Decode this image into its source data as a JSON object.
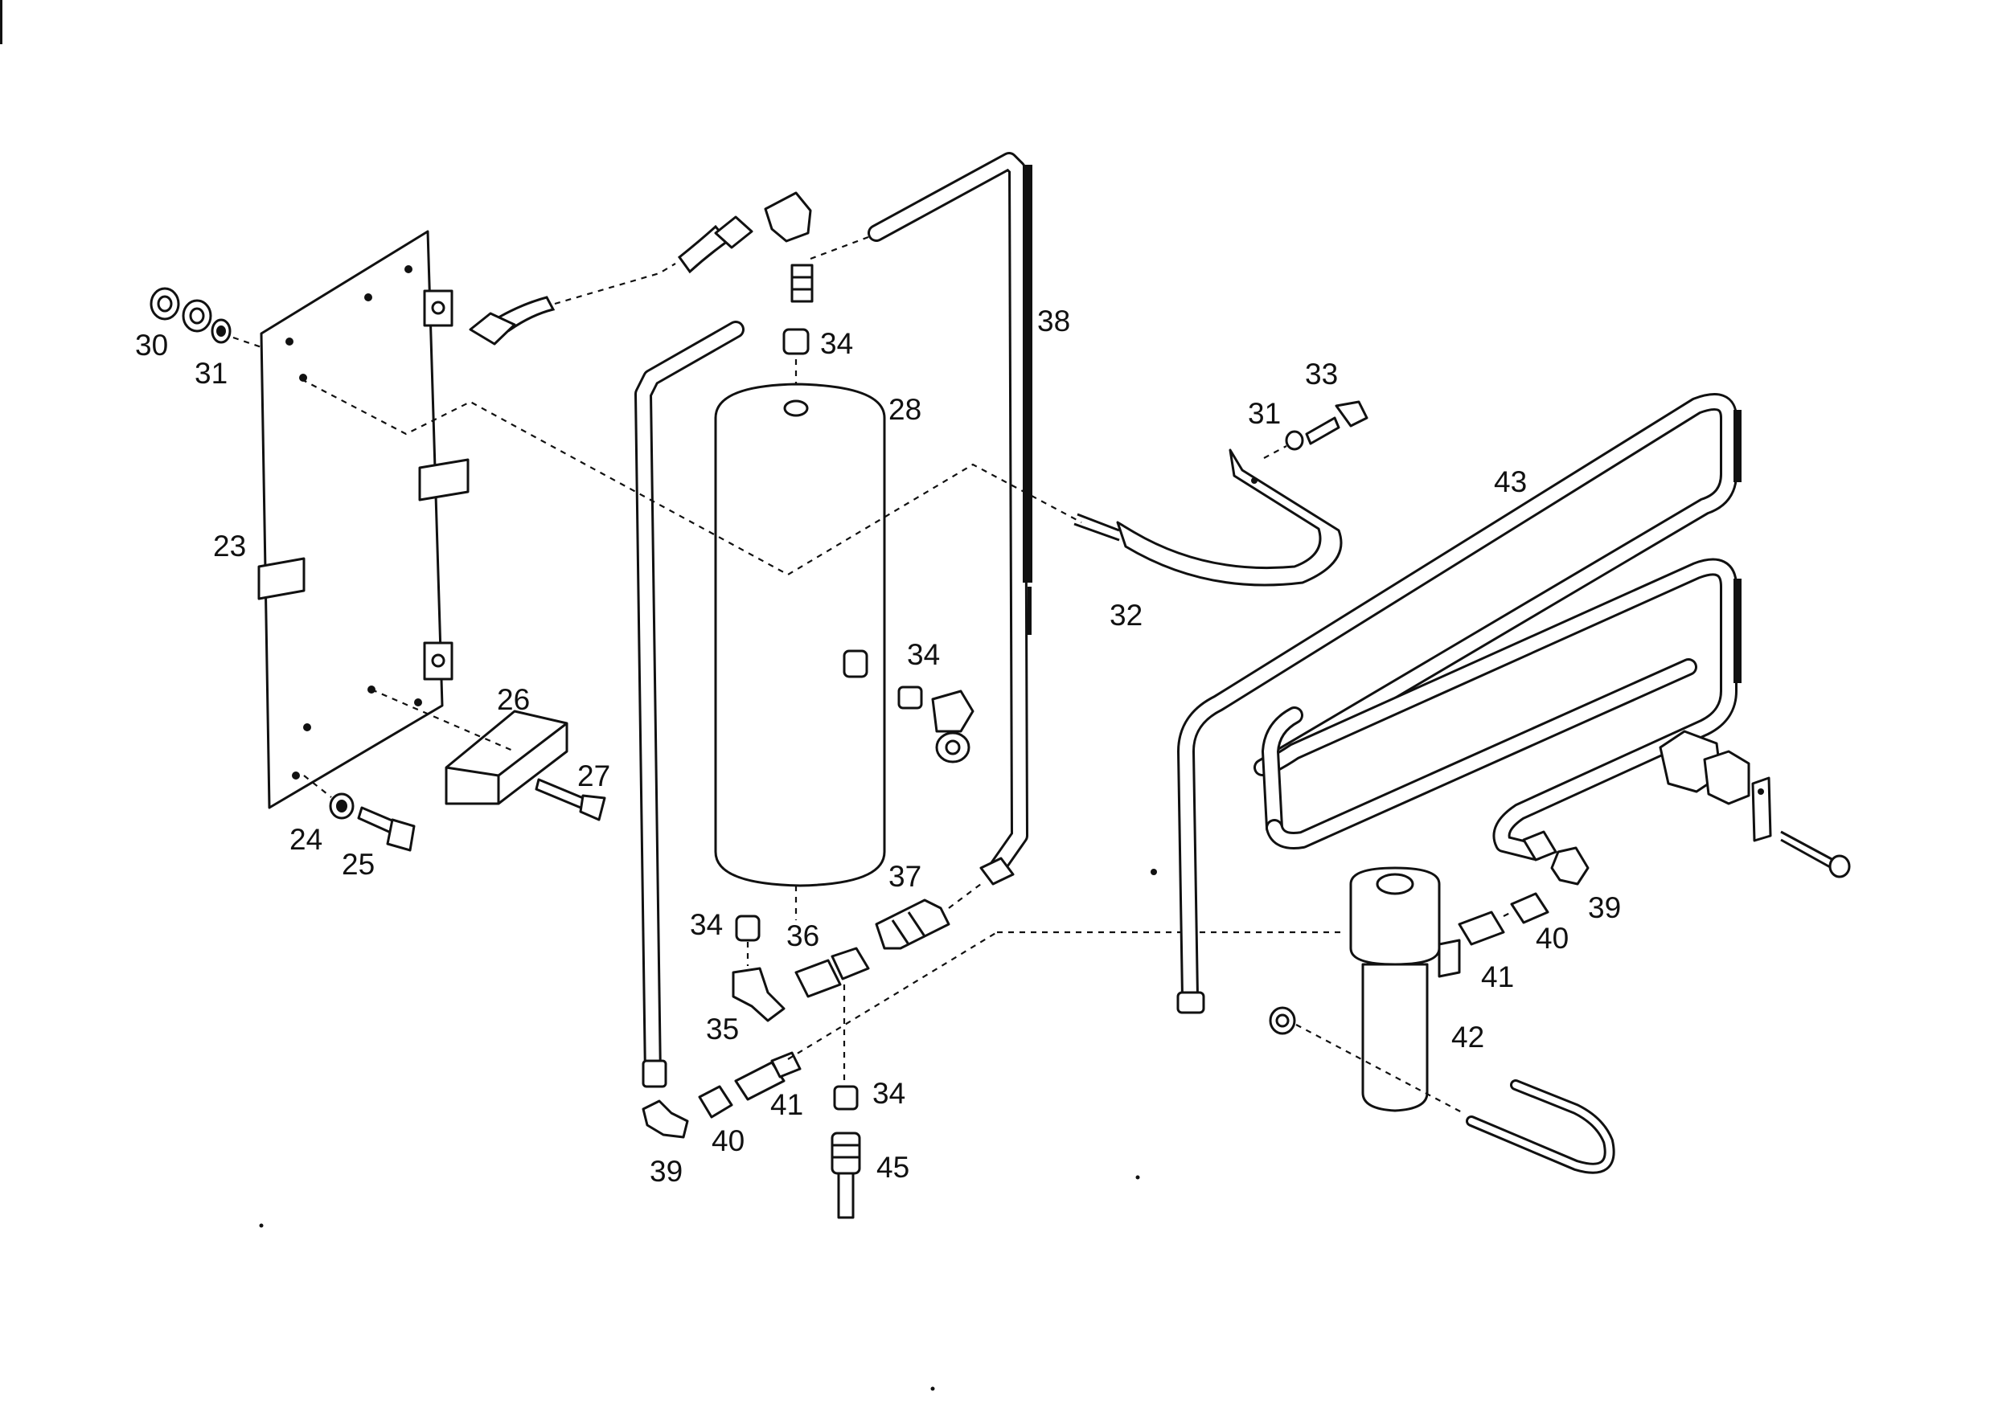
{
  "diagram": {
    "callouts": [
      {
        "id": "c23",
        "text": "23"
      },
      {
        "id": "c24",
        "text": "24"
      },
      {
        "id": "c25",
        "text": "25"
      },
      {
        "id": "c26",
        "text": "26"
      },
      {
        "id": "c27",
        "text": "27"
      },
      {
        "id": "c28",
        "text": "28"
      },
      {
        "id": "c30",
        "text": "30"
      },
      {
        "id": "c31a",
        "text": "31"
      },
      {
        "id": "c31b",
        "text": "31"
      },
      {
        "id": "c32",
        "text": "32"
      },
      {
        "id": "c33",
        "text": "33"
      },
      {
        "id": "c34a",
        "text": "34"
      },
      {
        "id": "c34b",
        "text": "34"
      },
      {
        "id": "c34c",
        "text": "34"
      },
      {
        "id": "c34d",
        "text": "34"
      },
      {
        "id": "c35",
        "text": "35"
      },
      {
        "id": "c36",
        "text": "36"
      },
      {
        "id": "c37",
        "text": "37"
      },
      {
        "id": "c38",
        "text": "38"
      },
      {
        "id": "c39a",
        "text": "39"
      },
      {
        "id": "c39b",
        "text": "39"
      },
      {
        "id": "c40a",
        "text": "40"
      },
      {
        "id": "c40b",
        "text": "40"
      },
      {
        "id": "c41a",
        "text": "41"
      },
      {
        "id": "c41b",
        "text": "41"
      },
      {
        "id": "c42",
        "text": "42"
      },
      {
        "id": "c43",
        "text": "43"
      },
      {
        "id": "c45",
        "text": "45"
      }
    ]
  }
}
